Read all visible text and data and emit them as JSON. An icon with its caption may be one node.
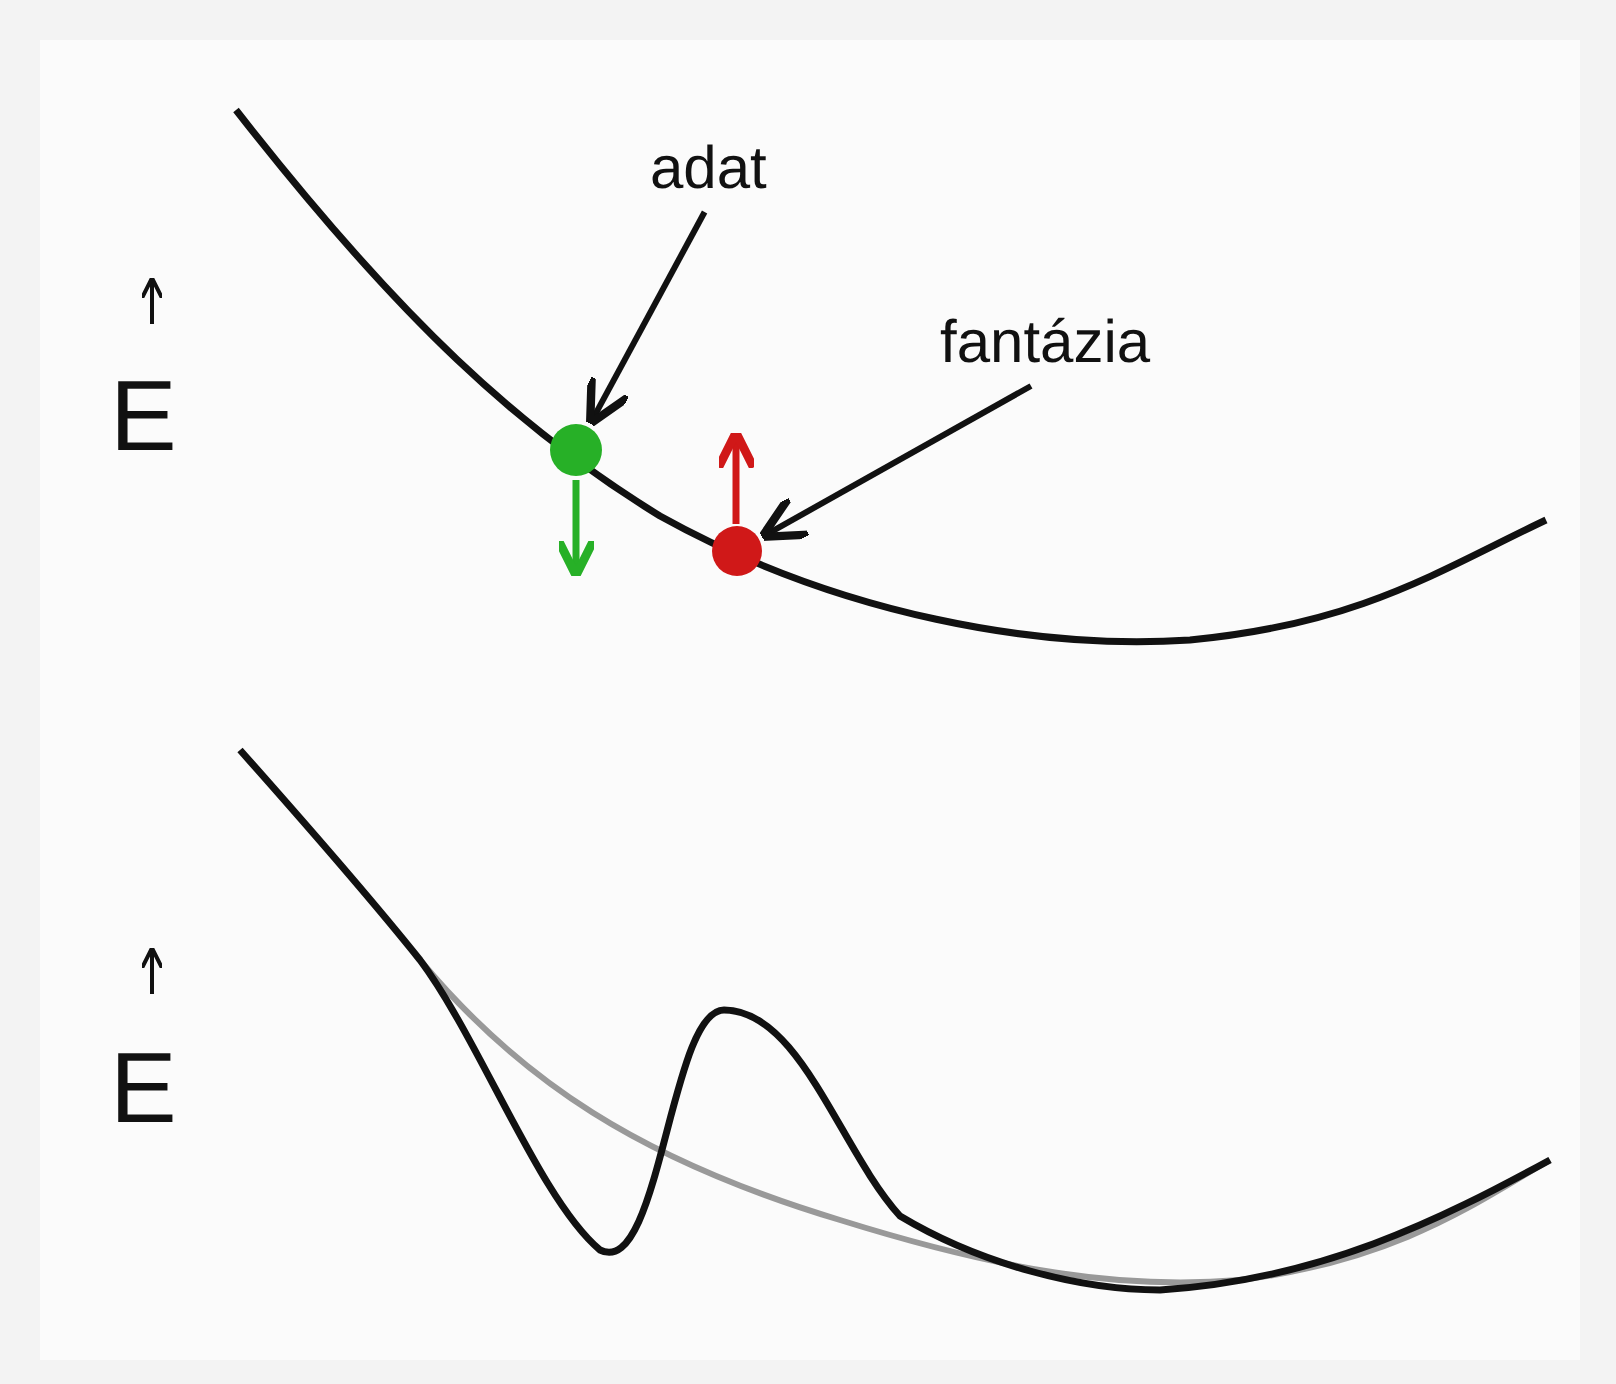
{
  "diagram": {
    "nodes": [
      {
        "text": [
          "adat"
        ]
      },
      {
        "text": [],
        "shape": "circle"
      },
      {
        "text": [
          "fantázia"
        ]
      },
      {
        "text": [],
        "shape": "circle"
      }
    ],
    "edges": [
      {
        "from": 0,
        "to": 1,
        "arrow": "to"
      },
      {
        "from": 2,
        "to": 3,
        "arrow": "to"
      }
    ],
    "labels": [
      "E",
      "E"
    ]
  }
}
